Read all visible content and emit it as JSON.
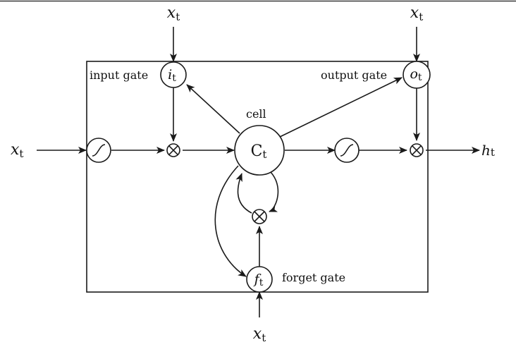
{
  "input_symbol": "x",
  "input_sub": "t",
  "output_symbol": "h",
  "output_sub": "t",
  "gates": {
    "input": {
      "label": "input gate",
      "symbol": "i",
      "sub": "t"
    },
    "output": {
      "label": "output gate",
      "symbol": "o",
      "sub": "t"
    },
    "forget": {
      "label": "forget gate",
      "symbol": "f",
      "sub": "t"
    }
  },
  "cell": {
    "label": "cell",
    "symbol": "C",
    "sub": "t"
  },
  "multiply_symbol": "⊗",
  "colors": {
    "ink": "#1a1a1a",
    "background": "#ffffff"
  }
}
